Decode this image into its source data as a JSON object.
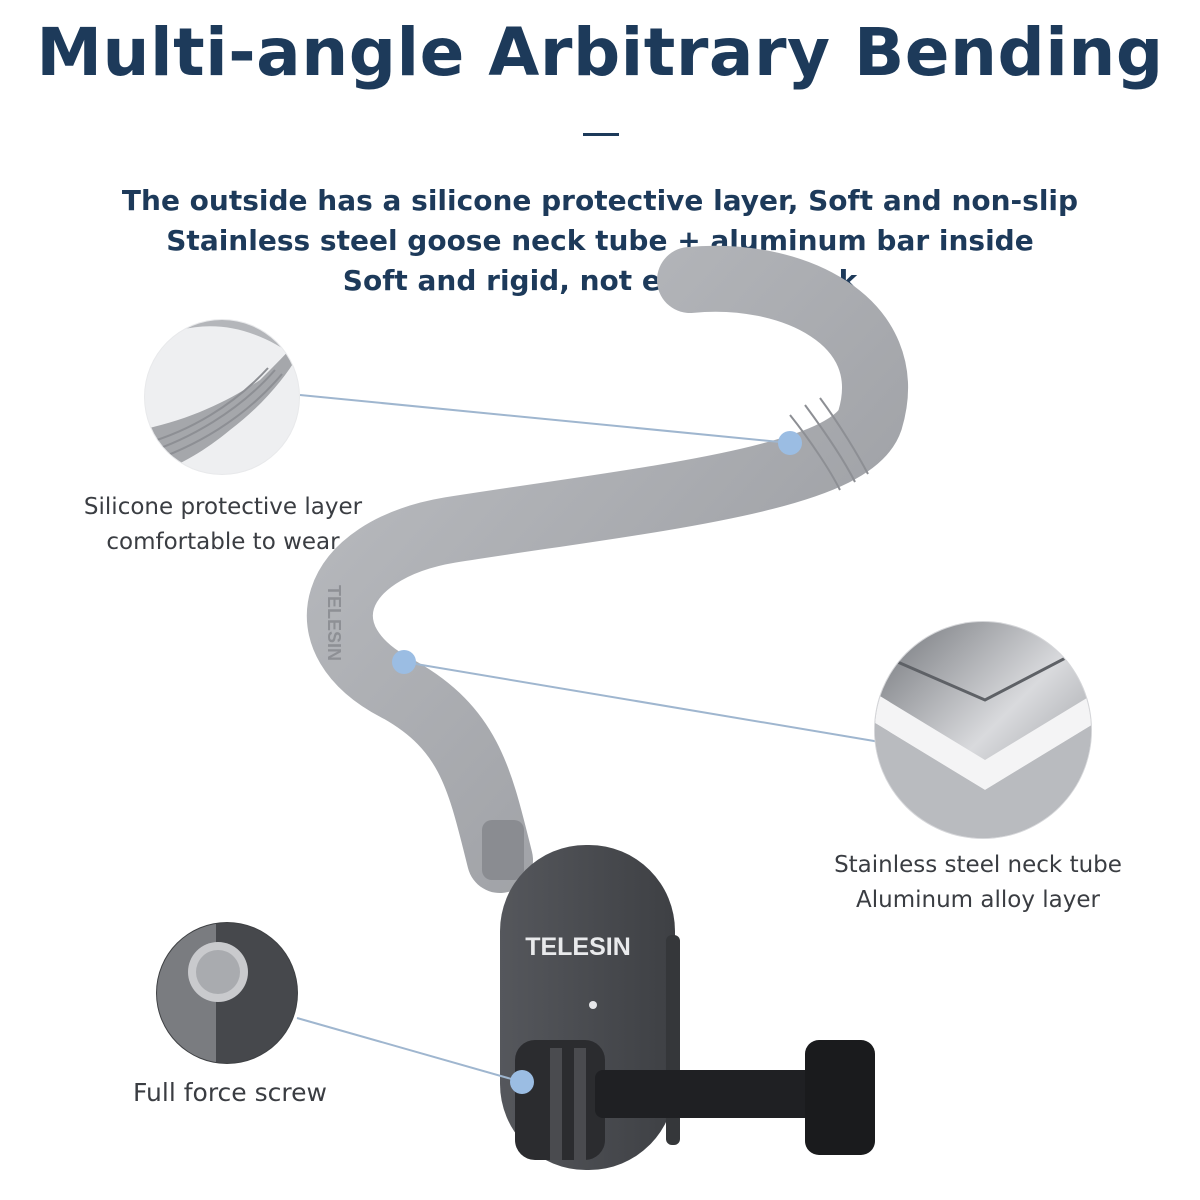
{
  "header": {
    "title": "Multi-angle Arbitrary Bending",
    "features": [
      "The outside has a silicone protective layer, Soft and non-slip",
      "Stainless steel goose neck tube + aluminum bar inside",
      "Soft and rigid, not easy to break"
    ]
  },
  "callouts": {
    "silicone": {
      "line1": "Silicone protective layer",
      "line2": "comfortable to wear"
    },
    "steel": {
      "line1": "Stainless steel neck tube",
      "line2": "Aluminum alloy layer"
    },
    "screw": {
      "line1": "Full force screw"
    }
  },
  "product": {
    "brand": "TELESIN",
    "tube_brand_mark": "TELESIN"
  },
  "colors": {
    "heading": "#1d3a5a",
    "callout_dot": "#9bbde3",
    "callout_line": "#9fb6cf",
    "silicone_gray": "#a7a9ad",
    "body_dark": "#4a4c50"
  }
}
